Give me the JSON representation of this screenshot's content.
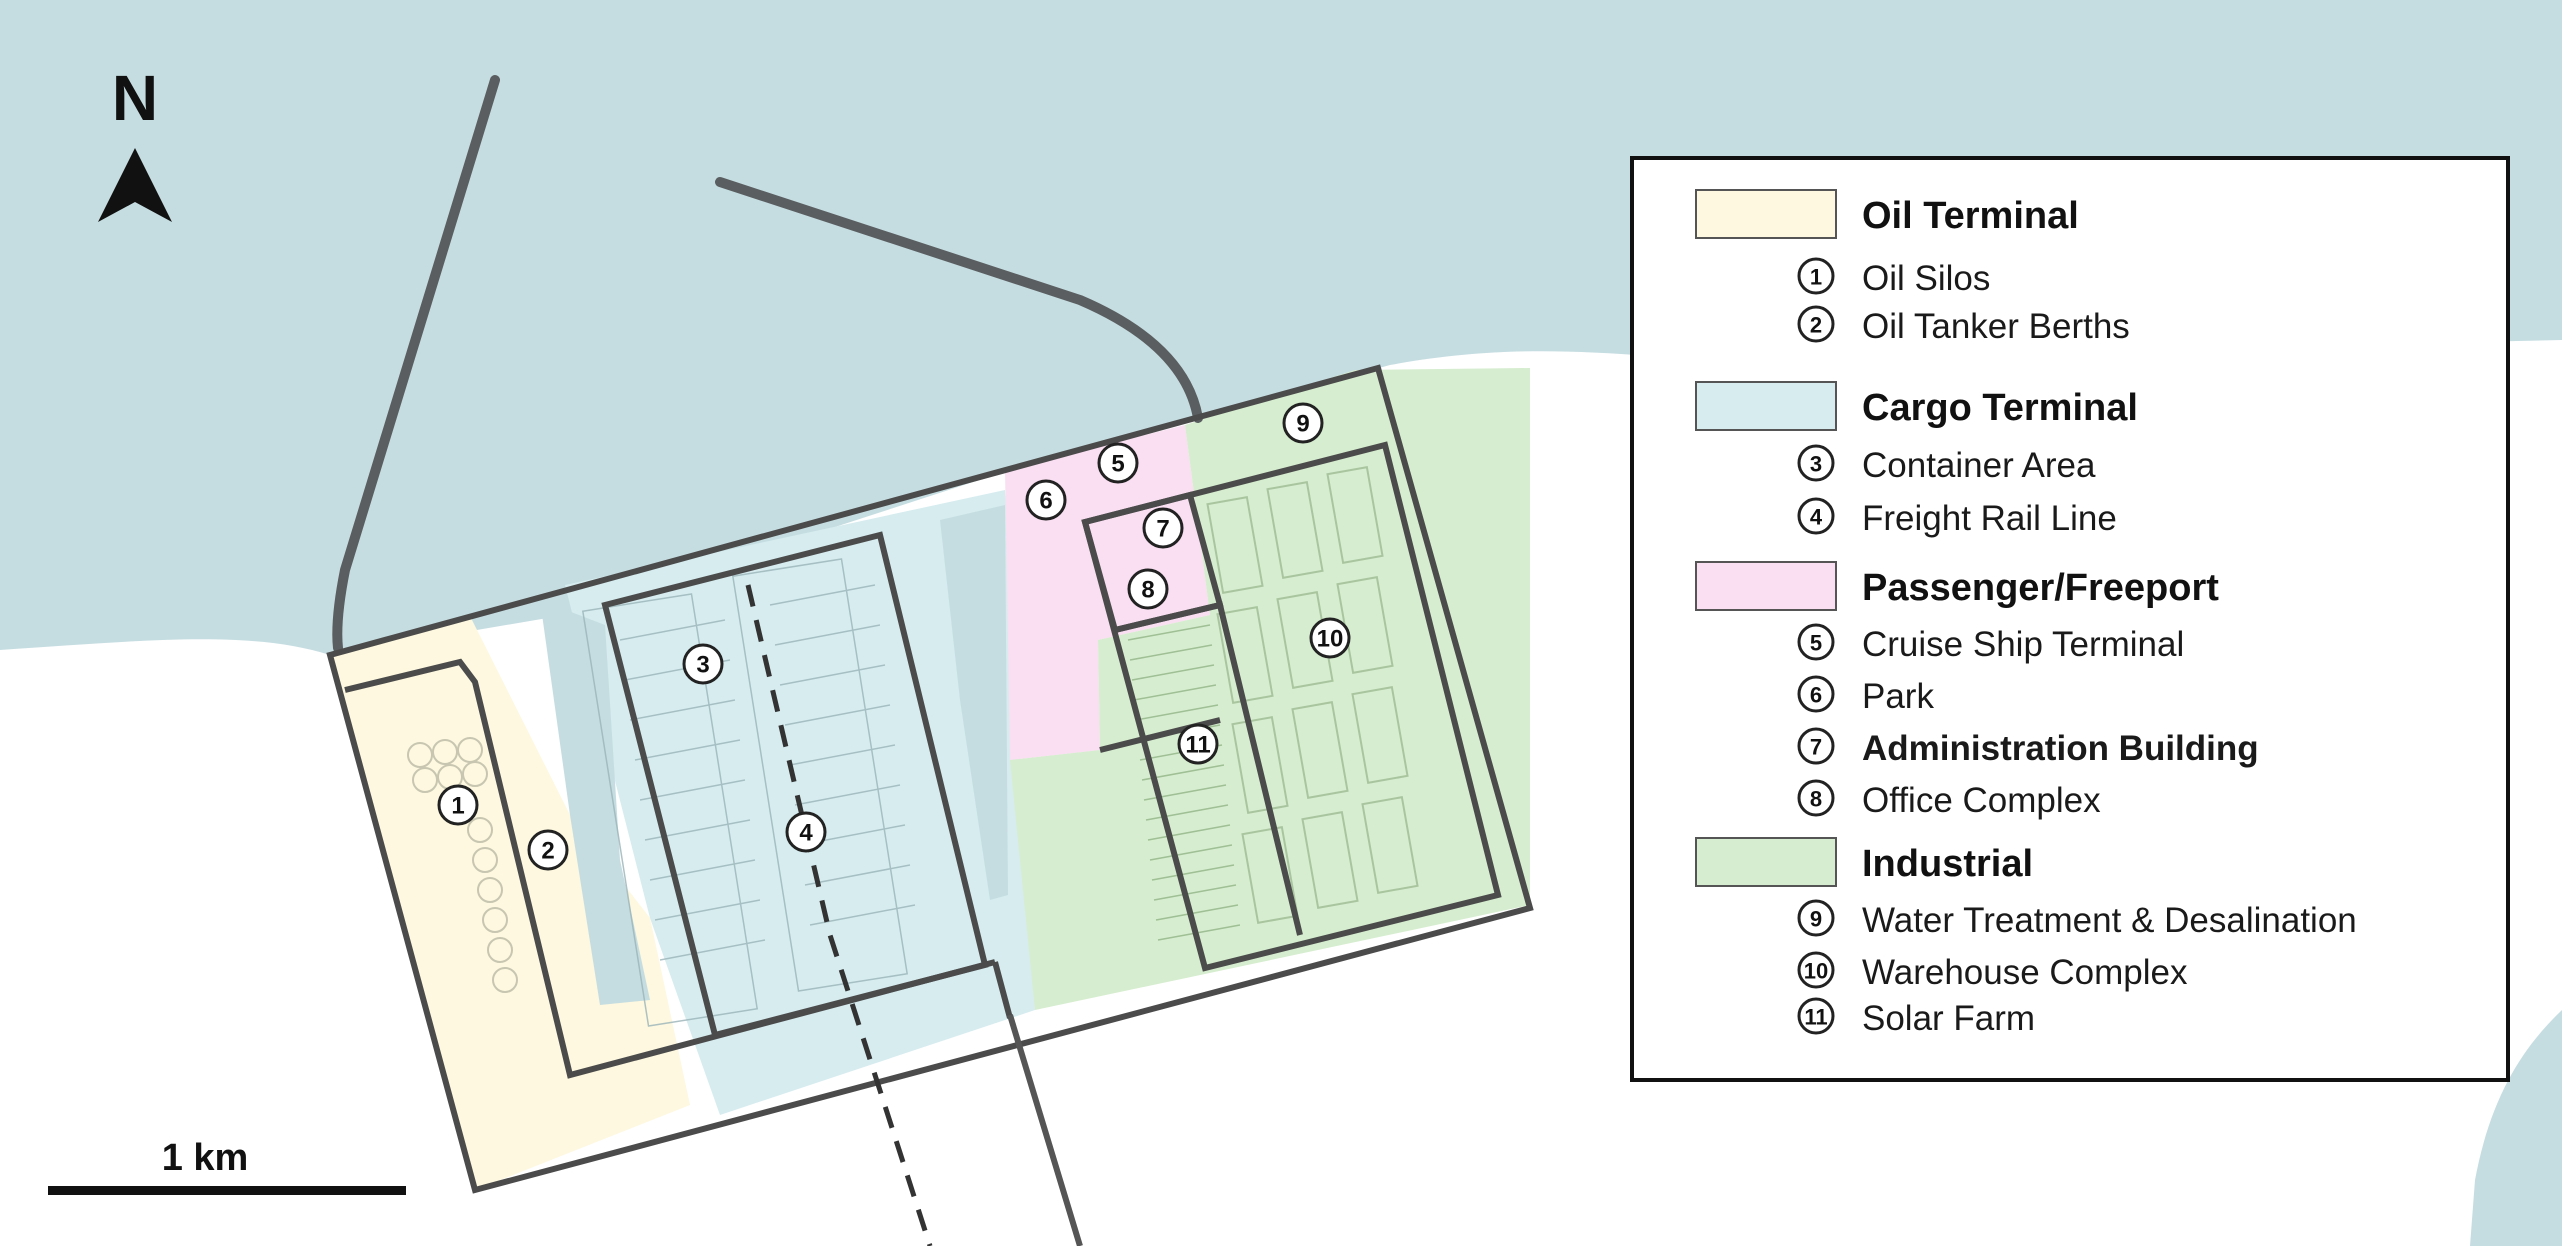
{
  "compass": {
    "label": "N"
  },
  "scale": {
    "label": "1 km"
  },
  "colors": {
    "water": "#c5dde1",
    "land": "#ffffff",
    "oil_terminal": "#fdf8df",
    "cargo_terminal": "#d6ecef",
    "passenger_freeport": "#f9dff1",
    "industrial": "#d6edcf",
    "outline": "#4b4b4b"
  },
  "legend": {
    "groups": [
      {
        "name": "Oil Terminal",
        "color": "#fdf8df",
        "items": [
          {
            "num": "1",
            "label": "Oil Silos"
          },
          {
            "num": "2",
            "label": "Oil Tanker Berths"
          }
        ]
      },
      {
        "name": "Cargo Terminal",
        "color": "#d6ecef",
        "items": [
          {
            "num": "3",
            "label": "Container Area"
          },
          {
            "num": "4",
            "label": "Freight Rail Line"
          }
        ]
      },
      {
        "name": "Passenger/Freeport",
        "color": "#f9dff1",
        "items": [
          {
            "num": "5",
            "label": "Cruise Ship Terminal"
          },
          {
            "num": "6",
            "label": "Park"
          },
          {
            "num": "7",
            "label": "Administration Building",
            "bold": true
          },
          {
            "num": "8",
            "label": "Office Complex"
          }
        ]
      },
      {
        "name": "Industrial",
        "color": "#d6edcf",
        "items": [
          {
            "num": "9",
            "label": "Water Treatment & Desalination"
          },
          {
            "num": "10",
            "label": "Warehouse Complex"
          },
          {
            "num": "11",
            "label": "Solar Farm"
          }
        ]
      }
    ]
  },
  "markers": [
    {
      "num": "1"
    },
    {
      "num": "2"
    },
    {
      "num": "3"
    },
    {
      "num": "4"
    },
    {
      "num": "5"
    },
    {
      "num": "6"
    },
    {
      "num": "7"
    },
    {
      "num": "8"
    },
    {
      "num": "9"
    },
    {
      "num": "10"
    },
    {
      "num": "11"
    }
  ]
}
